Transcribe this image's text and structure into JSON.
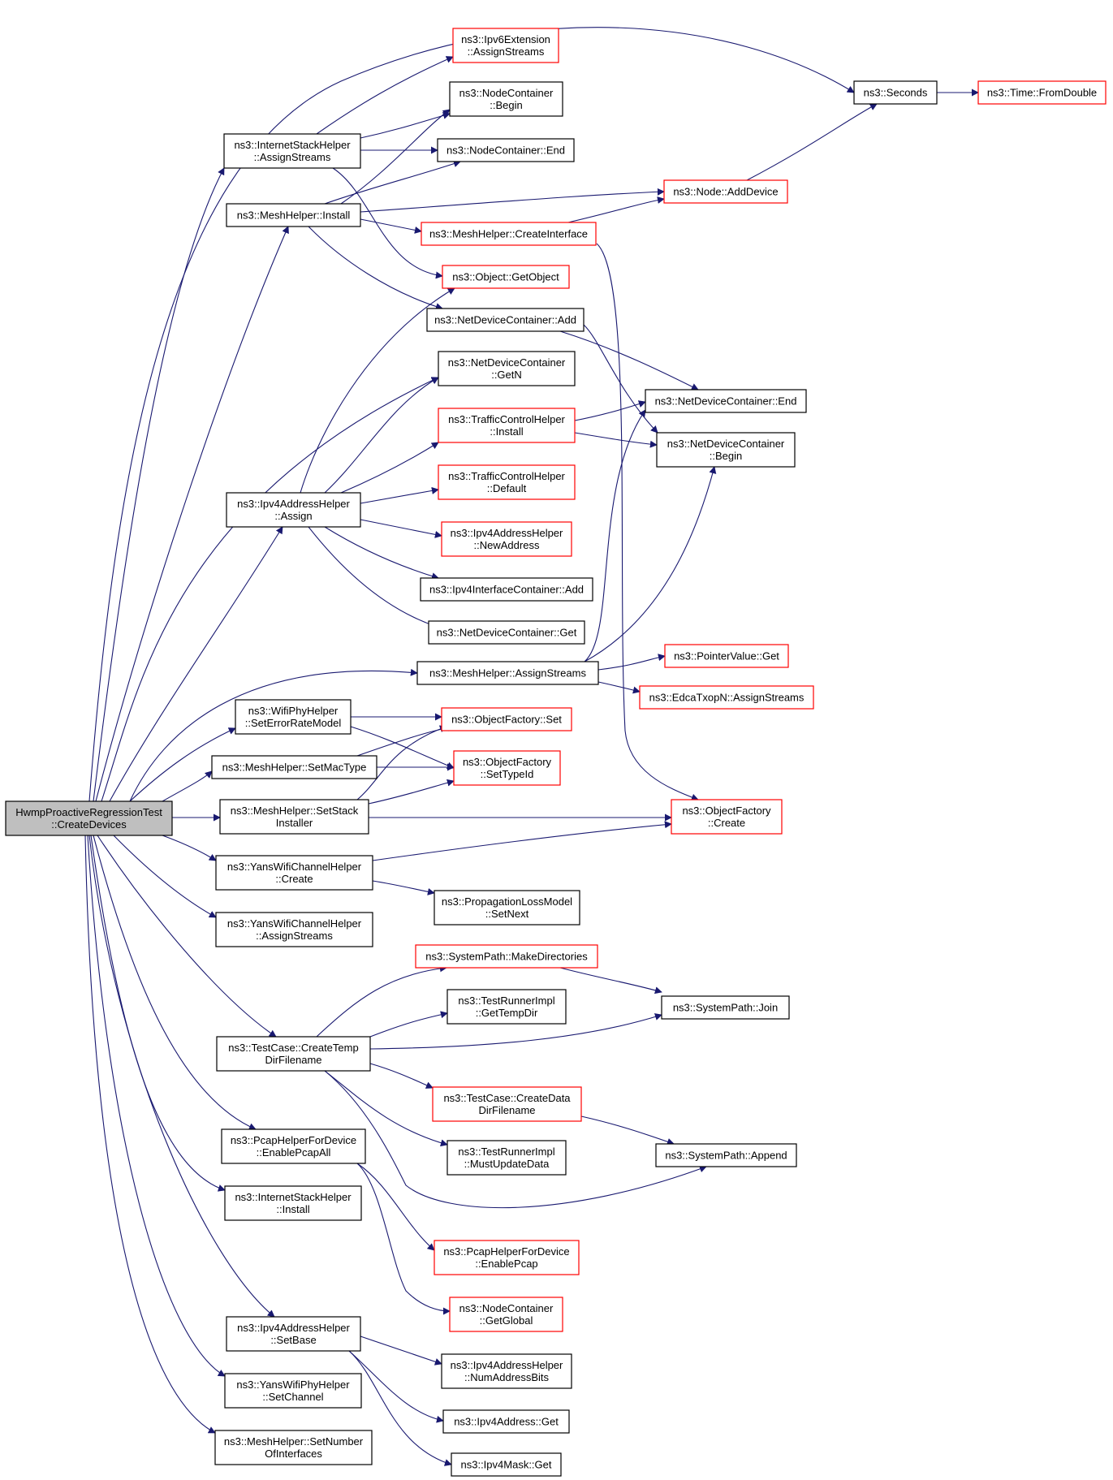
{
  "colors": {
    "edge": "#191970",
    "node_border_default": "#000000",
    "node_border_incomplete": "#ff0000",
    "root_fill": "#bfbfbf",
    "node_fill": "#ffffff"
  },
  "nodes": [
    {
      "id": "root",
      "lines": [
        "HwmpProactiveRegressionTest",
        "::CreateDevices"
      ],
      "style": "root"
    },
    {
      "id": "ish_assign",
      "lines": [
        "ns3::InternetStackHelper",
        "::AssignStreams"
      ],
      "style": "black"
    },
    {
      "id": "mh_install",
      "lines": [
        "ns3::MeshHelper::Install"
      ],
      "style": "black"
    },
    {
      "id": "ipv4ah_assign",
      "lines": [
        "ns3::Ipv4AddressHelper",
        "::Assign"
      ],
      "style": "black"
    },
    {
      "id": "mh_assignstreams",
      "lines": [
        "ns3::MeshHelper::AssignStreams"
      ],
      "style": "black"
    },
    {
      "id": "wph_seterr",
      "lines": [
        "ns3::WifiPhyHelper",
        "::SetErrorRateModel"
      ],
      "style": "black"
    },
    {
      "id": "mh_setmac",
      "lines": [
        "ns3::MeshHelper::SetMacType"
      ],
      "style": "black"
    },
    {
      "id": "mh_setstack",
      "lines": [
        "ns3::MeshHelper::SetStack",
        "Installer"
      ],
      "style": "black"
    },
    {
      "id": "ywch_create",
      "lines": [
        "ns3::YansWifiChannelHelper",
        "::Create"
      ],
      "style": "black"
    },
    {
      "id": "ywch_assign",
      "lines": [
        "ns3::YansWifiChannelHelper",
        "::AssignStreams"
      ],
      "style": "black"
    },
    {
      "id": "tc_createtemp",
      "lines": [
        "ns3::TestCase::CreateTemp",
        "DirFilename"
      ],
      "style": "black"
    },
    {
      "id": "phfd_enableall",
      "lines": [
        "ns3::PcapHelperForDevice",
        "::EnablePcapAll"
      ],
      "style": "black"
    },
    {
      "id": "ish_install",
      "lines": [
        "ns3::InternetStackHelper",
        "::Install"
      ],
      "style": "black"
    },
    {
      "id": "ipv4ah_setbase",
      "lines": [
        "ns3::Ipv4AddressHelper",
        "::SetBase"
      ],
      "style": "black"
    },
    {
      "id": "ywph_setchan",
      "lines": [
        "ns3::YansWifiPhyHelper",
        "::SetChannel"
      ],
      "style": "black"
    },
    {
      "id": "mh_setnum",
      "lines": [
        "ns3::MeshHelper::SetNumber",
        "OfInterfaces"
      ],
      "style": "black"
    },
    {
      "id": "ipv6ext_assign",
      "lines": [
        "ns3::Ipv6Extension",
        "::AssignStreams"
      ],
      "style": "red"
    },
    {
      "id": "nc_begin",
      "lines": [
        "ns3::NodeContainer",
        "::Begin"
      ],
      "style": "black"
    },
    {
      "id": "nc_end",
      "lines": [
        "ns3::NodeContainer::End"
      ],
      "style": "black"
    },
    {
      "id": "mh_createif",
      "lines": [
        "ns3::MeshHelper::CreateInterface"
      ],
      "style": "red"
    },
    {
      "id": "obj_getobj",
      "lines": [
        "ns3::Object::GetObject"
      ],
      "style": "red"
    },
    {
      "id": "ndc_add",
      "lines": [
        "ns3::NetDeviceContainer::Add"
      ],
      "style": "black"
    },
    {
      "id": "ndc_getn",
      "lines": [
        "ns3::NetDeviceContainer",
        "::GetN"
      ],
      "style": "black"
    },
    {
      "id": "tch_install",
      "lines": [
        "ns3::TrafficControlHelper",
        "::Install"
      ],
      "style": "red"
    },
    {
      "id": "tch_default",
      "lines": [
        "ns3::TrafficControlHelper",
        "::Default"
      ],
      "style": "red"
    },
    {
      "id": "ipv4ah_newaddr",
      "lines": [
        "ns3::Ipv4AddressHelper",
        "::NewAddress"
      ],
      "style": "red"
    },
    {
      "id": "ipv4ic_add",
      "lines": [
        "ns3::Ipv4InterfaceContainer::Add"
      ],
      "style": "black"
    },
    {
      "id": "ndc_get",
      "lines": [
        "ns3::NetDeviceContainer::Get"
      ],
      "style": "black"
    },
    {
      "id": "pv_get",
      "lines": [
        "ns3::PointerValue::Get"
      ],
      "style": "red"
    },
    {
      "id": "edca_assign",
      "lines": [
        "ns3::EdcaTxopN::AssignStreams"
      ],
      "style": "red"
    },
    {
      "id": "of_set",
      "lines": [
        "ns3::ObjectFactory::Set"
      ],
      "style": "red"
    },
    {
      "id": "of_settypeid",
      "lines": [
        "ns3::ObjectFactory",
        "::SetTypeId"
      ],
      "style": "red"
    },
    {
      "id": "of_create",
      "lines": [
        "ns3::ObjectFactory",
        "::Create"
      ],
      "style": "red"
    },
    {
      "id": "plm_setnext",
      "lines": [
        "ns3::PropagationLossModel",
        "::SetNext"
      ],
      "style": "black"
    },
    {
      "id": "sp_mkdirs",
      "lines": [
        "ns3::SystemPath::MakeDirectories"
      ],
      "style": "red"
    },
    {
      "id": "tri_gettemp",
      "lines": [
        "ns3::TestRunnerImpl",
        "::GetTempDir"
      ],
      "style": "black"
    },
    {
      "id": "tc_createdata",
      "lines": [
        "ns3::TestCase::CreateData",
        "DirFilename"
      ],
      "style": "red"
    },
    {
      "id": "tri_mustupdate",
      "lines": [
        "ns3::TestRunnerImpl",
        "::MustUpdateData"
      ],
      "style": "black"
    },
    {
      "id": "phfd_enable",
      "lines": [
        "ns3::PcapHelperForDevice",
        "::EnablePcap"
      ],
      "style": "red"
    },
    {
      "id": "nc_getglobal",
      "lines": [
        "ns3::NodeContainer",
        "::GetGlobal"
      ],
      "style": "red"
    },
    {
      "id": "ipv4ah_numbits",
      "lines": [
        "ns3::Ipv4AddressHelper",
        "::NumAddressBits"
      ],
      "style": "black"
    },
    {
      "id": "ipv4a_get",
      "lines": [
        "ns3::Ipv4Address::Get"
      ],
      "style": "black"
    },
    {
      "id": "ipv4m_get",
      "lines": [
        "ns3::Ipv4Mask::Get"
      ],
      "style": "black"
    },
    {
      "id": "seconds",
      "lines": [
        "ns3::Seconds"
      ],
      "style": "black"
    },
    {
      "id": "time_fromdouble",
      "lines": [
        "ns3::Time::FromDouble"
      ],
      "style": "red"
    },
    {
      "id": "node_adddevice",
      "lines": [
        "ns3::Node::AddDevice"
      ],
      "style": "red"
    },
    {
      "id": "ndc_end",
      "lines": [
        "ns3::NetDeviceContainer::End"
      ],
      "style": "black"
    },
    {
      "id": "ndc_begin",
      "lines": [
        "ns3::NetDeviceContainer",
        "::Begin"
      ],
      "style": "black"
    },
    {
      "id": "sp_join",
      "lines": [
        "ns3::SystemPath::Join"
      ],
      "style": "black"
    },
    {
      "id": "sp_append",
      "lines": [
        "ns3::SystemPath::Append"
      ],
      "style": "black"
    }
  ]
}
